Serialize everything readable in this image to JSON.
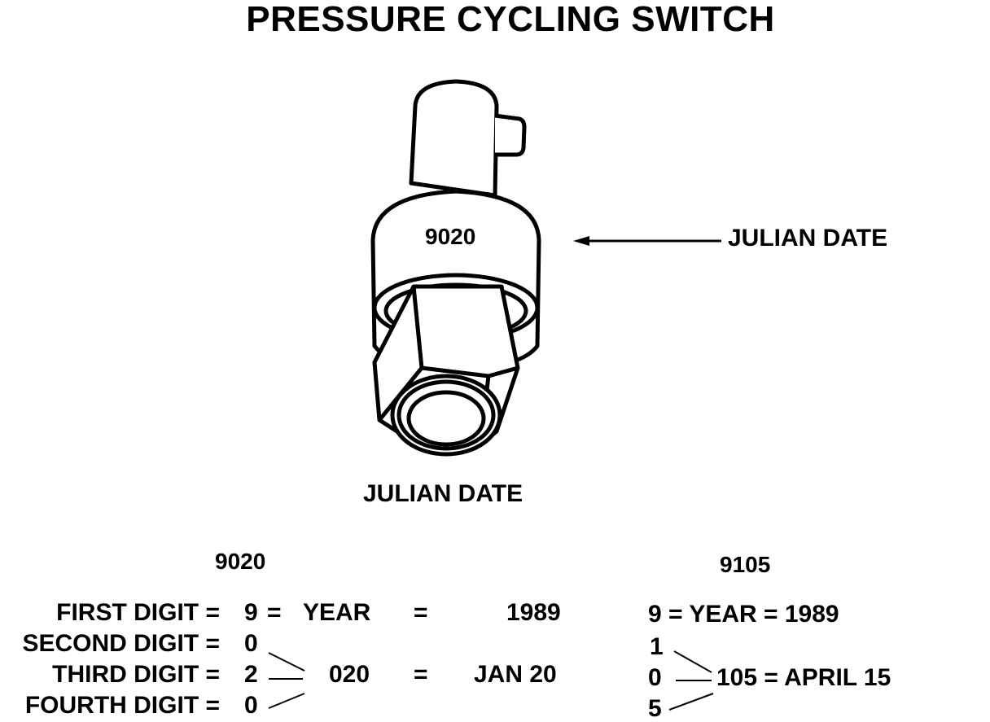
{
  "title": "PRESSURE CYCLING SWITCH",
  "illustration": {
    "stamp": "9020",
    "callout_label": "JULIAN DATE",
    "caption": "JULIAN DATE"
  },
  "example_1": {
    "code": "9020",
    "rows": [
      {
        "label": "FIRST DIGIT =",
        "digit": "9"
      },
      {
        "label": "SECOND DIGIT =",
        "digit": "0"
      },
      {
        "label": "THIRD DIGIT =",
        "digit": "2"
      },
      {
        "label": "FOURTH DIGIT =",
        "digit": "0"
      }
    ],
    "year_eq": "=",
    "year_word": "YEAR",
    "year_eq2": "=",
    "year_value": "1989",
    "day_code": "020",
    "day_eq": "=",
    "day_value": "JAN 20"
  },
  "example_2": {
    "code": "9105",
    "row1": "9 = YEAR = 1989",
    "digit2": "1",
    "digit3": "0",
    "digit4": "5",
    "result": "105 = APRIL 15"
  }
}
